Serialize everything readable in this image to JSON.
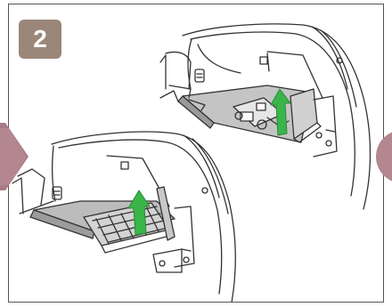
{
  "step": {
    "number": "2"
  },
  "navigation": {
    "prev_icon": "chevron-left-icon",
    "next_icon": "chevron-right-icon"
  },
  "colors": {
    "badge": "#9a8779",
    "nav_arrow": "#a97b86",
    "arrow_green": "#39b54a",
    "line_art": "#333333",
    "panel_gray": "#b9b9b9"
  },
  "illustrations": [
    {
      "name": "trunk-floor-cover-upper",
      "action": "lift-up-arrow"
    },
    {
      "name": "trunk-floor-cover-lower",
      "action": "lift-up-arrow"
    }
  ]
}
